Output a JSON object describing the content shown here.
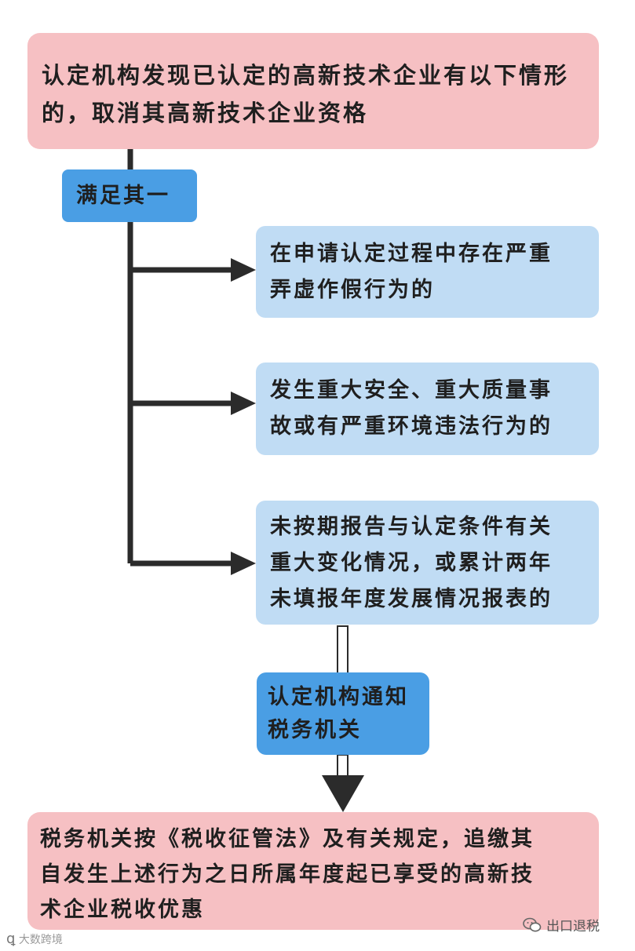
{
  "top_box": {
    "lines": [
      "认定机构发现已认定的高新技术企业有以下情形",
      "的，取消其高新技术企业资格"
    ]
  },
  "meet_one": {
    "label": "满足其一"
  },
  "conditions": [
    {
      "lines": [
        "在申请认定过程中存在严重",
        "弄虚作假行为的"
      ]
    },
    {
      "lines": [
        "发生重大安全、重大质量事",
        "故或有严重环境违法行为的"
      ]
    },
    {
      "lines": [
        "未按期报告与认定条件有关",
        "重大变化情况，或累计两年",
        "未填报年度发展情况报表的"
      ]
    }
  ],
  "notify_box": {
    "lines": [
      "认定机构通知",
      "税务机关"
    ]
  },
  "bottom_box": {
    "lines": [
      "税务机关按《税收征管法》及有关规定，追缴其",
      "自发生上述行为之日所属年度起已享受的高新技",
      "术企业税收优惠"
    ]
  },
  "watermarks": {
    "left": "大数跨境",
    "right": "出口退税",
    "left_icon": "logo-mark-icon",
    "right_icon": "wechat-icon"
  },
  "colors": {
    "pink_box": "#f6c0c3",
    "dark_blue_box": "#4a9ee4",
    "light_blue_box": "#c0dcf4",
    "connector": "#2b2b2b"
  }
}
